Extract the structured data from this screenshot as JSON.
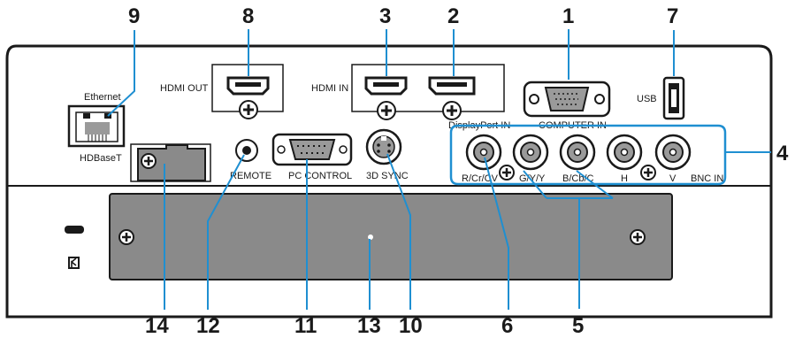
{
  "callouts": {
    "n1": "1",
    "n2": "2",
    "n3": "3",
    "n4": "4",
    "n5": "5",
    "n6": "6",
    "n7": "7",
    "n8": "8",
    "n9": "9",
    "n10": "10",
    "n11": "11",
    "n12": "12",
    "n13": "13",
    "n14": "14"
  },
  "labels": {
    "ethernet": "Ethernet",
    "hdbaset": "HDBaseT",
    "hdmi_out": "HDMI OUT",
    "hdmi_in": "HDMI IN",
    "displayport_in": "DisplayPort IN",
    "computer_in": "COMPUTER IN",
    "usb": "USB",
    "remote": "REMOTE",
    "pc_control": "PC  CONTROL",
    "sync_3d": "3D SYNC",
    "r_cr_cv": "R/Cr/CV",
    "g_y_y": "G/Y/Y",
    "b_cb_c": "B/Cb/C",
    "h": "H",
    "v": "V",
    "bnc_in": "BNC IN"
  },
  "colors": {
    "outline": "#1a1a1a",
    "accent_blue": "#1f8fd1",
    "panel_fill": "#ffffff",
    "cover_fill": "#8a8a8a",
    "port_gray": "#9a9a9a"
  }
}
